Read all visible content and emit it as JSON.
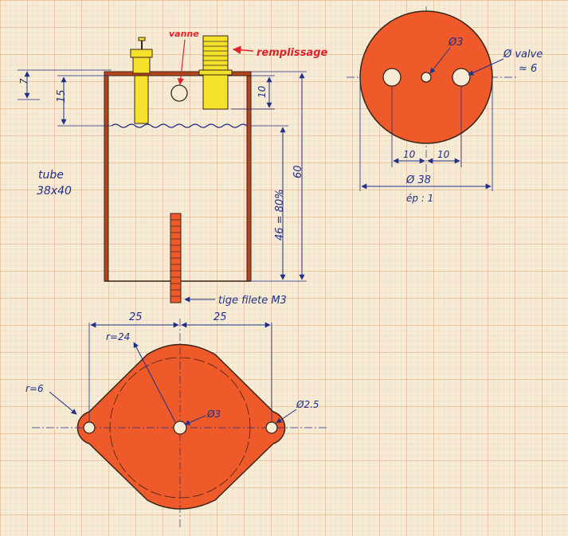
{
  "colors": {
    "paper": "#f6ecd6",
    "grid_fine": "#efc7a3",
    "grid_major": "#e3a070",
    "ink_blue": "#1f2f8a",
    "ink_red": "#e0222a",
    "wall_brown": "#b5441c",
    "fill_orange": "#ef5a2a",
    "valve_yellow": "#f3e12b",
    "outline_dark": "#3a2418"
  },
  "side_view": {
    "label_vanne": "vanne",
    "label_remplissage": "remplissage",
    "dim_top_small": "7",
    "dim_15": "15",
    "dim_10": "10",
    "dim_46": "46 = 80%",
    "dim_60": "60",
    "tube_label_line1": "tube",
    "tube_label_line2": "38x40",
    "rod_label": "tige filete M3"
  },
  "top_disc": {
    "label_hole_center": "Ø3",
    "label_valve_line1": "Ø valve",
    "label_valve_line2": "≈ 6",
    "dim_10_left": "10",
    "dim_10_right": "10",
    "dim_diameter": "Ø 38",
    "thickness": "ép : 1"
  },
  "base_plate": {
    "dim_25_left": "25",
    "dim_25_right": "25",
    "label_radius_large": "r=24",
    "label_radius_small": "r=6",
    "label_hole_center": "Ø3",
    "label_hole_side": "Ø2.5"
  },
  "icons": [
    "valve-icon",
    "filler-icon"
  ]
}
